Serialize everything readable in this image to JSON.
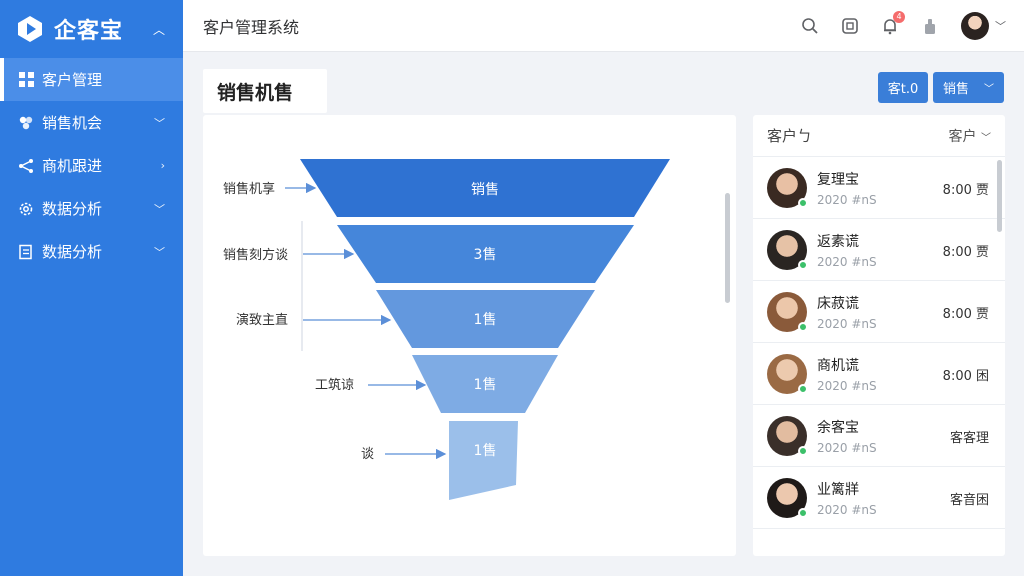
{
  "sidebar": {
    "brand": "企客宝",
    "items": [
      {
        "label": "客户管理",
        "icon": "grid-icon"
      },
      {
        "label": "销售机会",
        "icon": "cluster-icon"
      },
      {
        "label": "商机跟进",
        "icon": "share-icon"
      },
      {
        "label": "数据分析",
        "icon": "gear-icon"
      },
      {
        "label": "数据分析",
        "icon": "list-icon"
      }
    ]
  },
  "header": {
    "title": "客户管理系统",
    "notification_count": "4"
  },
  "page": {
    "title": "销售机售",
    "btn_customers": "客t.0",
    "btn_sales": "销售"
  },
  "funnel": {
    "stages": [
      {
        "label": "销售机享",
        "value": "销售"
      },
      {
        "label": "销售刻方谈",
        "value": "3售"
      },
      {
        "label": "演致主直",
        "value": "1售"
      },
      {
        "label": "工筑谅",
        "value": "1售"
      },
      {
        "label": "谈",
        "value": "1售"
      }
    ]
  },
  "customer_panel": {
    "title": "客户ㄅ",
    "filter": "客户",
    "customers": [
      {
        "name": "复理宝",
        "sub": "2020 #nS",
        "time": "8:00 贾",
        "skin": "#e8c0a4",
        "hair": "#3a2a22"
      },
      {
        "name": "返素谎",
        "sub": "2020 #nS",
        "time": "8:00 贾",
        "skin": "#e6c2a6",
        "hair": "#2a2522"
      },
      {
        "name": "床菽谎",
        "sub": "2020 #nS",
        "time": "8:00 贾",
        "skin": "#ecc7aa",
        "hair": "#8a5a3a"
      },
      {
        "name": "商机谎",
        "sub": "2020 #nS",
        "time": "8:00 困",
        "skin": "#eccaae",
        "hair": "#9a6a44"
      },
      {
        "name": "余客宝",
        "sub": "2020 #nS",
        "time": "客客理",
        "skin": "#e2bca0",
        "hair": "#3a2f2a"
      },
      {
        "name": "业篱牂",
        "sub": "2020 #nS",
        "time": "客音困",
        "skin": "#ecc8ae",
        "hair": "#1f1a18"
      }
    ]
  },
  "colors": {
    "sidebar": "#2f7be0",
    "accent": "#3a7ed8",
    "funnel": [
      "#2f72d2",
      "#4586da",
      "#6398de",
      "#7eabe4",
      "#9bbfea"
    ]
  }
}
